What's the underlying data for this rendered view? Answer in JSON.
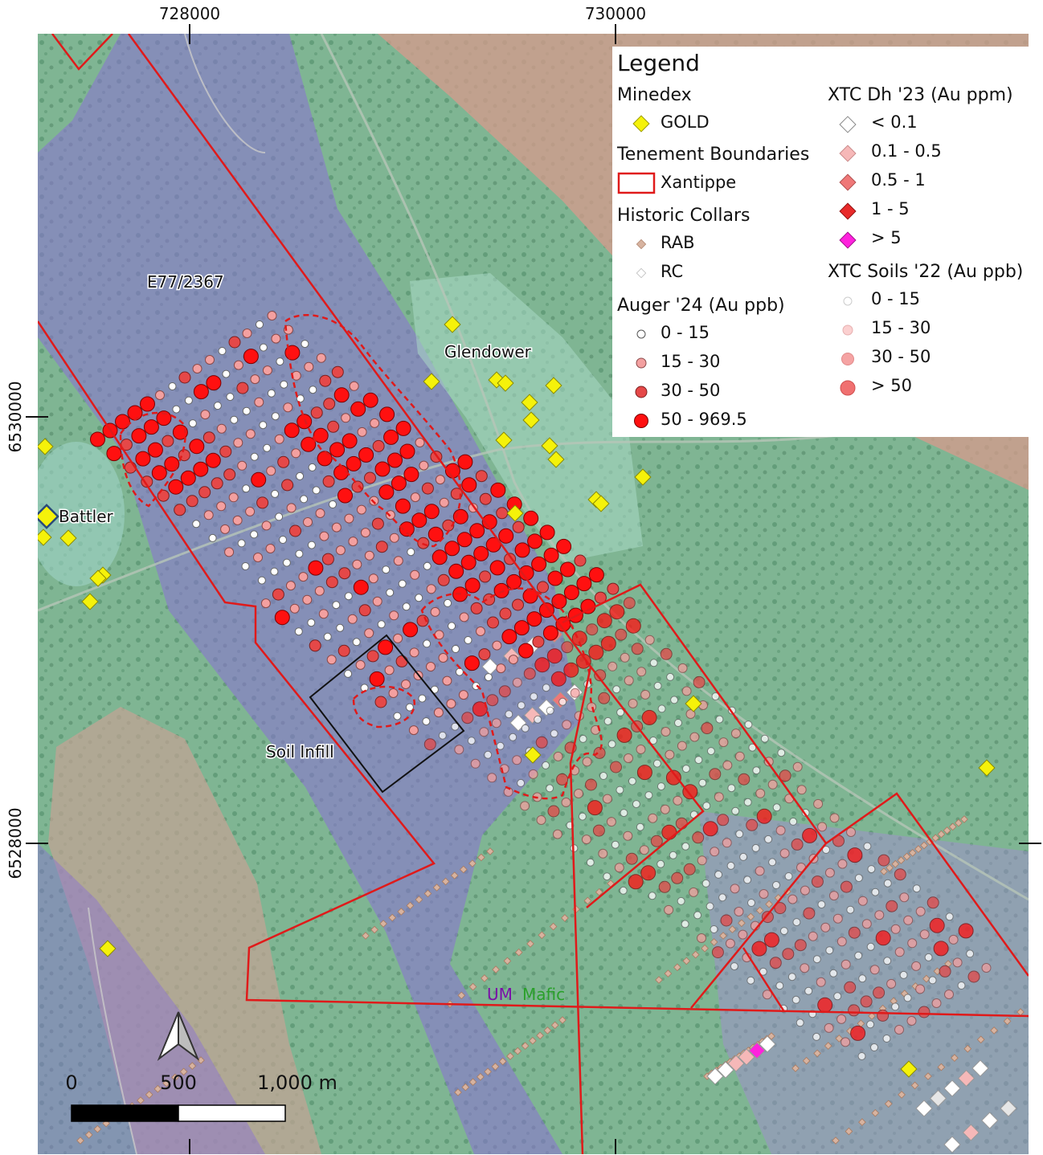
{
  "map": {
    "axes": {
      "easting_ticks": [
        "728000",
        "730000"
      ],
      "northing_ticks": [
        "6530000",
        "6528000"
      ]
    },
    "labels": {
      "tenement": "E77/2367",
      "glendower": "Glendower",
      "battler": "Battler",
      "soil_infill": "Soil Infill",
      "um": "UM",
      "mafic": "Mafic"
    },
    "scalebar": {
      "labels": [
        "0",
        "500",
        "1,000 m"
      ]
    },
    "colors": {
      "gold": "#f5f20a",
      "tenement_boundary": "#e01a1a",
      "um_unit": "#8a6fd6",
      "mafic_unit": "#3f9a68",
      "auger_high": "#ff1010",
      "dh_gt5": "#ff22dd"
    }
  },
  "legend": {
    "title": "Legend",
    "groups": [
      {
        "heading": "Minedex",
        "items": [
          {
            "label": "GOLD",
            "symbol": "diamond-yellow-icon"
          }
        ]
      },
      {
        "heading": "Tenement Boundaries",
        "items": [
          {
            "label": "Xantippe",
            "symbol": "red-outline-box-icon"
          }
        ]
      },
      {
        "heading": "Historic Collars",
        "items": [
          {
            "label": "RAB",
            "symbol": "small-diamond-tan-icon"
          },
          {
            "label": "RC",
            "symbol": "small-diamond-white-icon"
          }
        ]
      },
      {
        "heading": "Auger '24 (Au ppb)",
        "items": [
          {
            "label": "0 - 15",
            "symbol": "circle-white-icon"
          },
          {
            "label": "15 - 30",
            "symbol": "circle-pink-icon"
          },
          {
            "label": "30 - 50",
            "symbol": "circle-red-icon"
          },
          {
            "label": "50 - 969.5",
            "symbol": "circle-bright-red-icon"
          }
        ]
      },
      {
        "heading": "XTC Dh '23 (Au ppm)",
        "items": [
          {
            "label": "< 0.1",
            "symbol": "diamond-white-icon"
          },
          {
            "label": "0.1 - 0.5",
            "symbol": "diamond-pink-icon"
          },
          {
            "label": "0.5 - 1",
            "symbol": "diamond-salmon-icon"
          },
          {
            "label": "1 - 5",
            "symbol": "diamond-red-icon"
          },
          {
            "label": "> 5",
            "symbol": "diamond-magenta-icon"
          }
        ]
      },
      {
        "heading": "XTC Soils '22 (Au ppb)",
        "items": [
          {
            "label": "0 - 15",
            "symbol": "soil-circle-white-icon"
          },
          {
            "label": "15 - 30",
            "symbol": "soil-circle-pink-icon"
          },
          {
            "label": "30 - 50",
            "symbol": "soil-circle-salmon-icon"
          },
          {
            "label": "> 50",
            "symbol": "soil-circle-red-icon"
          }
        ]
      }
    ]
  }
}
